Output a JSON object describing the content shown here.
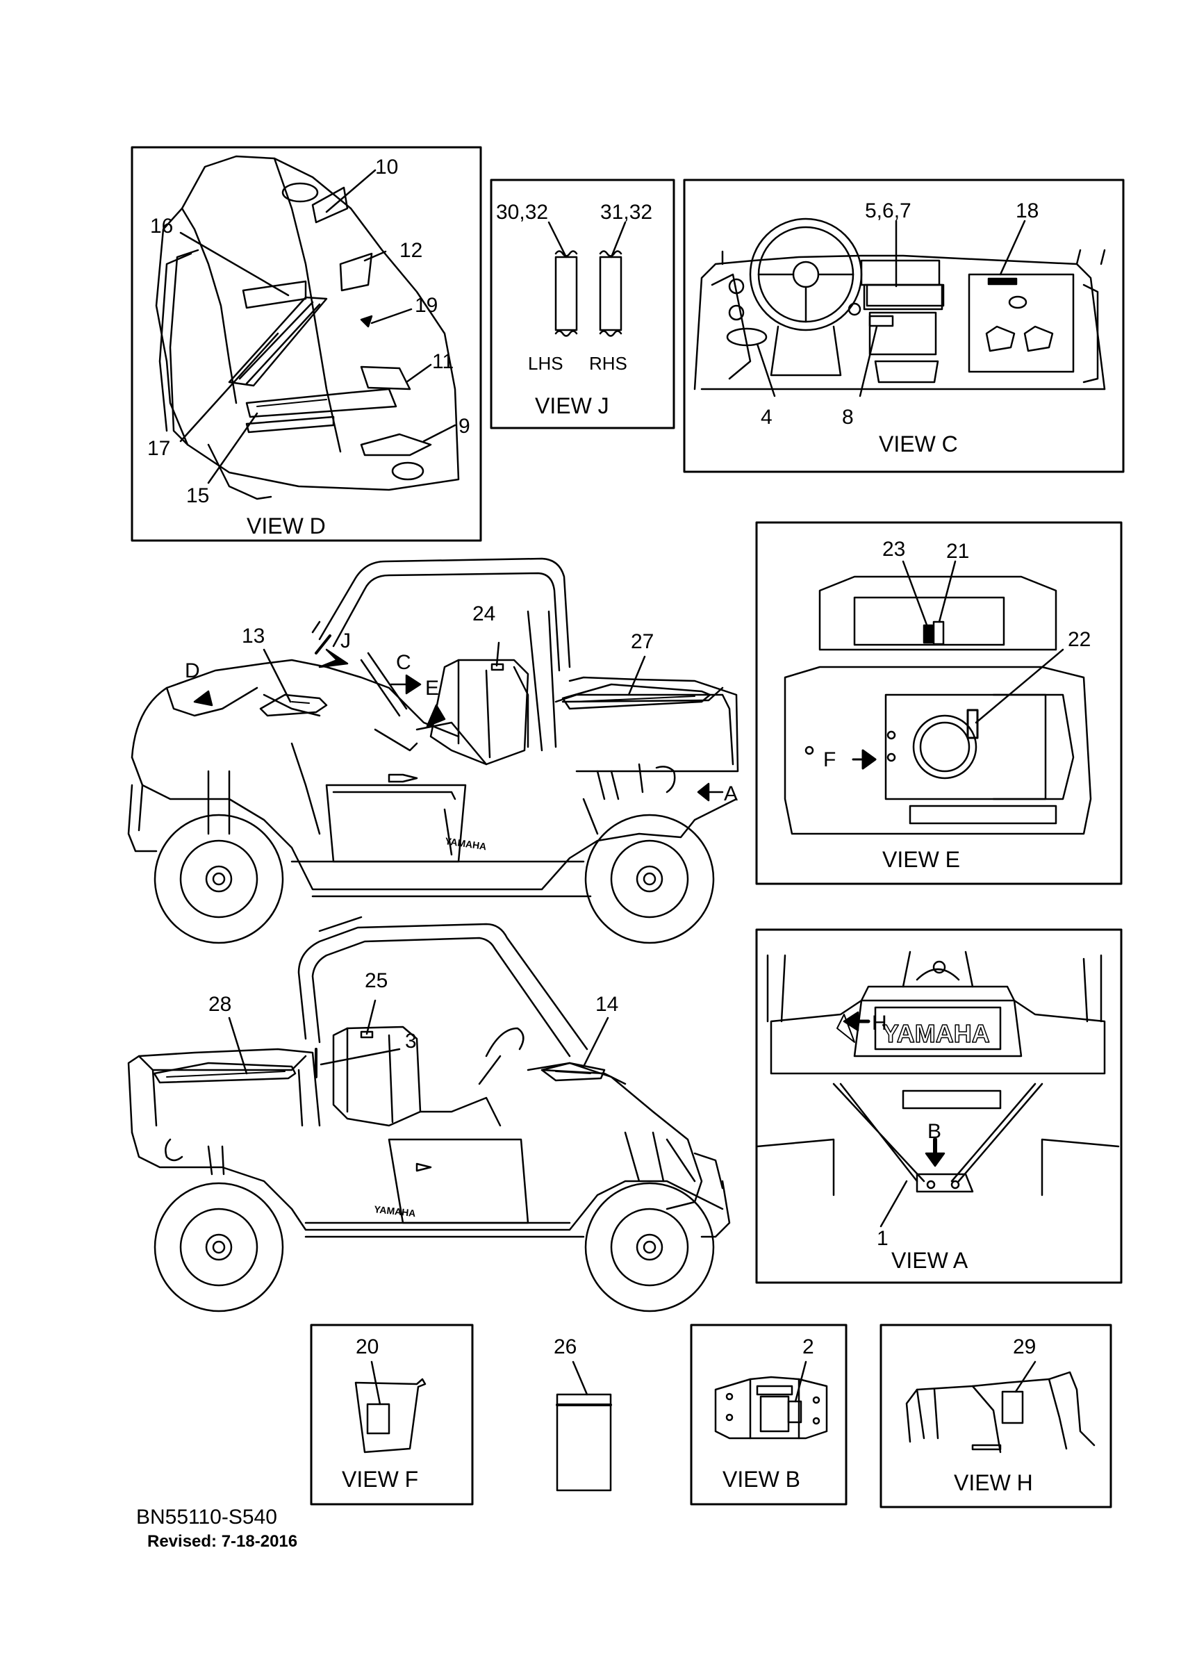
{
  "views": {
    "d": "VIEW D",
    "j": "VIEW J",
    "c": "VIEW C",
    "e": "VIEW E",
    "a": "VIEW A",
    "f": "VIEW F",
    "b": "VIEW B",
    "h": "VIEW H"
  },
  "callouts": {
    "c10": "10",
    "c16": "16",
    "c12": "12",
    "c19": "19",
    "c11": "11",
    "c17": "17",
    "c9": "9",
    "c15": "15",
    "c30_32": "30,32",
    "c31_32": "31,32",
    "lhs": "LHS",
    "rhs": "RHS",
    "c5_6_7": "5,6,7",
    "c18": "18",
    "c4": "4",
    "c8": "8",
    "c23": "23",
    "c21": "21",
    "c22": "22",
    "c24": "24",
    "c27": "27",
    "c13": "13",
    "c25": "25",
    "c28": "28",
    "c14": "14",
    "c3": "3",
    "c1": "1",
    "c20": "20",
    "c26": "26",
    "c2": "2",
    "c29": "29"
  },
  "arrows": {
    "j": "J",
    "c": "C",
    "d": "D",
    "e": "E",
    "a": "A",
    "f": "F",
    "h": "H",
    "b": "B"
  },
  "footer": {
    "code": "BN55110-S540",
    "revised": "Revised: 7-18-2016"
  }
}
